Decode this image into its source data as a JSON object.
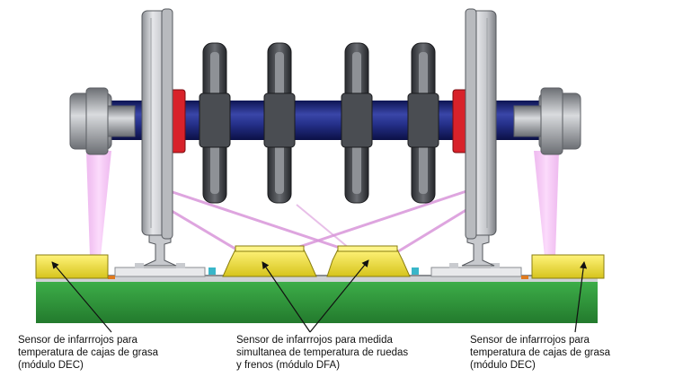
{
  "captions": {
    "left": {
      "line1": "Sensor de infarrrojos para",
      "line2": "temperatura  de cajas de grasa",
      "line3": "(módulo DEC)"
    },
    "middle": {
      "line1": "Sensor de infarrrojos para medida",
      "line2": "simultanea de temperatura de ruedas",
      "line3": "y frenos (módulo DFA)"
    },
    "right": {
      "line1": "Sensor de infarrrojos para",
      "line2": "temperatura  de cajas de grasa",
      "line3": "(módulo DEC)"
    }
  },
  "colors": {
    "axle": "#1f2a78",
    "wheel": "#d2d4d8",
    "brake_disc": "#3c3f44",
    "bearing_ring": "#d8222a",
    "sensor": "#f3e645",
    "base": "#2f9b3c",
    "beam": "#e4a7e8"
  }
}
